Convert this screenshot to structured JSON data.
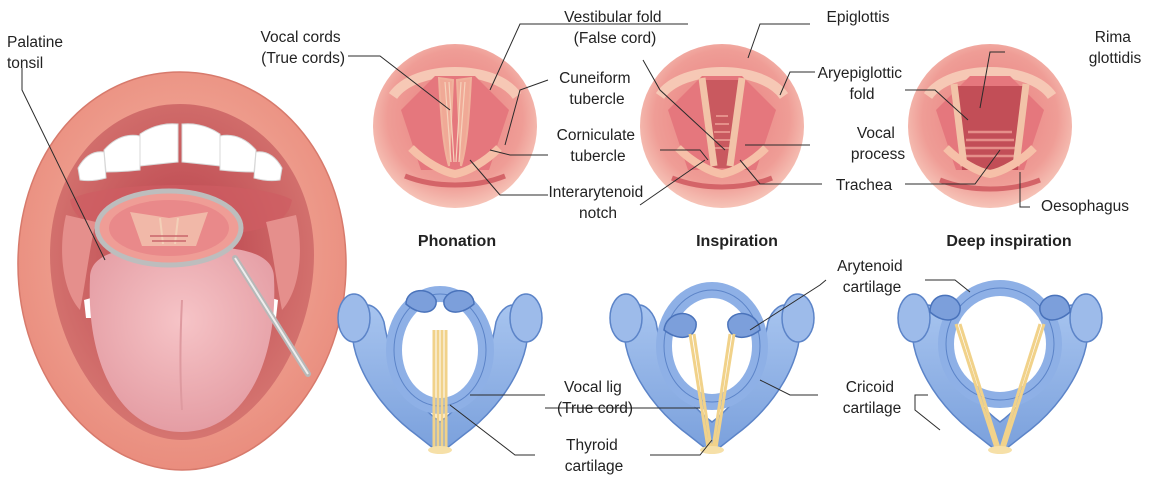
{
  "labels": {
    "palatine_tonsil": [
      "Palatine",
      "tonsil"
    ],
    "vocal_cords": [
      "Vocal cords",
      "(True cords)"
    ],
    "vestibular_fold": [
      "Vestibular fold",
      "(False cord)"
    ],
    "cuneiform_tubercle": [
      "Cuneiform",
      "tubercle"
    ],
    "corniculate_tubercle": [
      "Corniculate",
      "tubercle"
    ],
    "interarytenoid_notch": [
      "Interarytenoid",
      "notch"
    ],
    "epiglottis": [
      "Epiglottis"
    ],
    "aryepiglottic_fold": [
      "Aryepiglottic",
      "fold"
    ],
    "vocal_process": [
      "Vocal",
      "process"
    ],
    "trachea": [
      "Trachea"
    ],
    "rima_glottidis": [
      "Rima",
      "glottidis"
    ],
    "oesophagus": [
      "Oesophagus"
    ],
    "arytenoid_cartilage": [
      "Arytenoid",
      "cartilage"
    ],
    "cricoid_cartilage": [
      "Cricoid",
      "cartilage"
    ],
    "vocal_lig": [
      "Vocal lig",
      "(True cord)"
    ],
    "thyroid_cartilage": [
      "Thyroid",
      "cartilage"
    ]
  },
  "titles": {
    "phonation": "Phonation",
    "inspiration": "Inspiration",
    "deep_inspiration": "Deep inspiration"
  },
  "colors": {
    "lip": "#f0a090",
    "mouth_inner": "#c24a50",
    "teeth": "#ffffff",
    "tongue": "#f2b2b8",
    "mucosa": "#e88a86",
    "cartilage": "#8fb3e6",
    "cartilage_dark": "#5c84c8",
    "ligament": "#f1d28a"
  }
}
